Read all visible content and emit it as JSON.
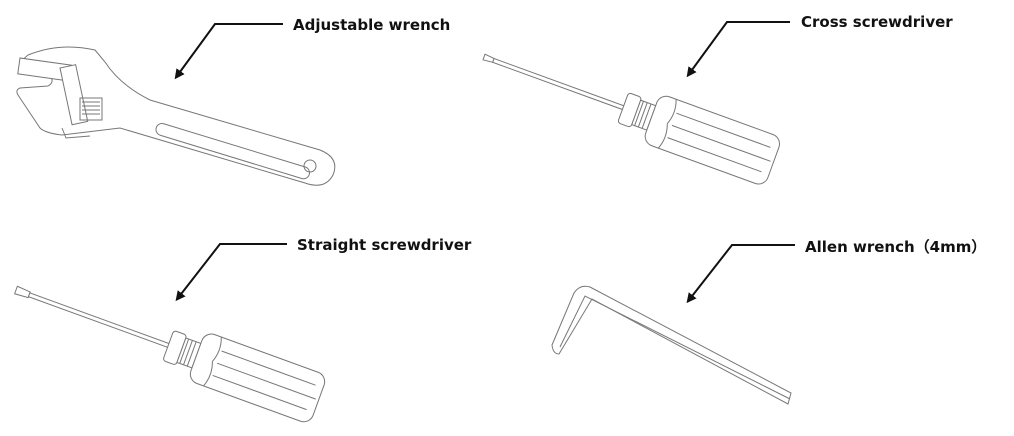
{
  "labels": {
    "adjustable_wrench": "Adjustable wrench",
    "cross_screwdriver": "Cross screwdriver",
    "straight_screwdriver": "Straight screwdriver",
    "allen_wrench": "Allen wrench（4mm）"
  },
  "colors": {
    "label": "#111111",
    "drawing": "#777777"
  }
}
